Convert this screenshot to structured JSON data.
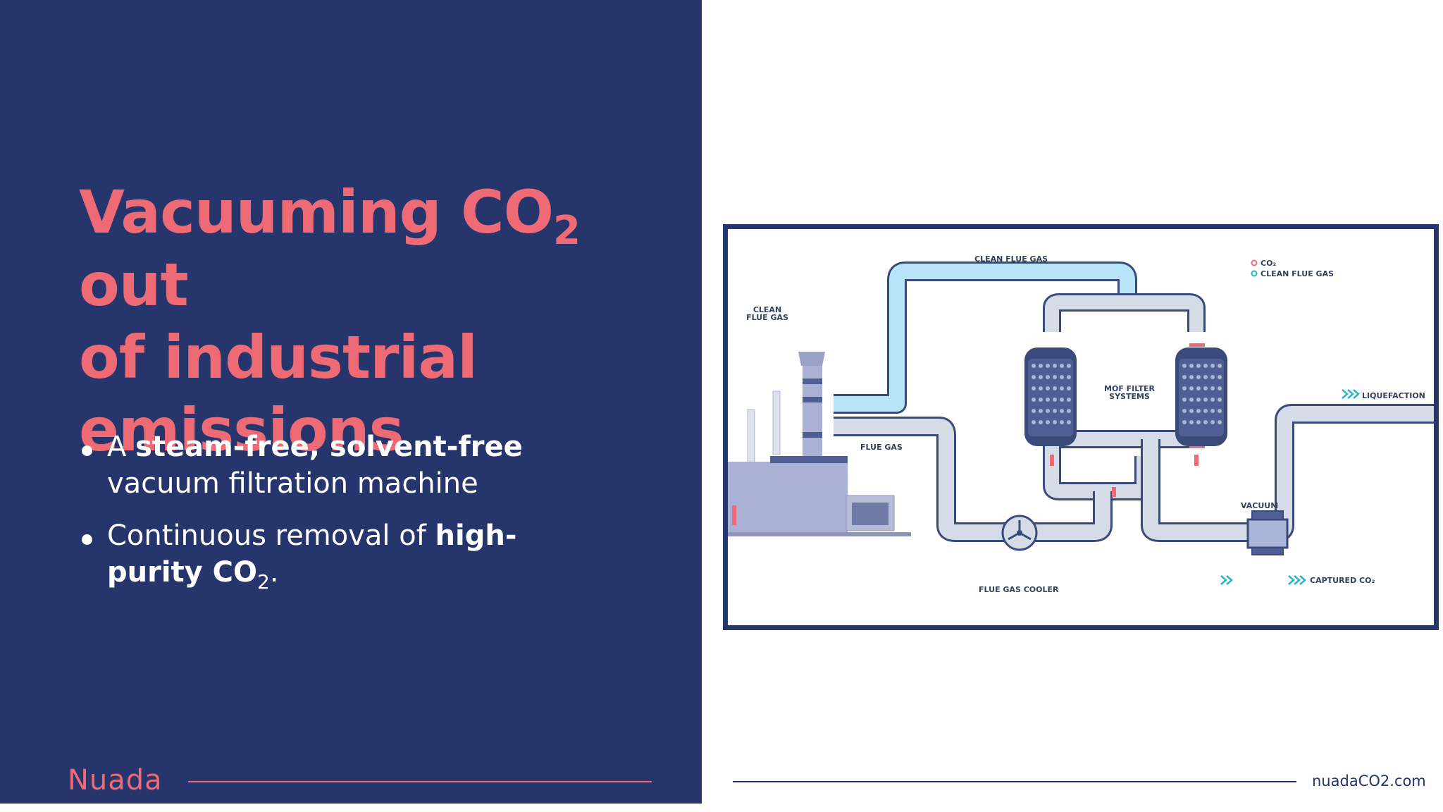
{
  "slide": {
    "title_main": "Vacuuming CO",
    "title_sub": "2",
    "title_rest_line1": " out",
    "title_line2": "of industrial",
    "title_line3": "emissions",
    "bullets": [
      {
        "prefix": "A ",
        "bold": "steam-free, solvent-free",
        "rest": "vacuum filtration machine"
      },
      {
        "prefix": "Continuous removal of ",
        "bold": "high-purity CO",
        "sub": "2",
        "rest": "."
      }
    ]
  },
  "footer": {
    "logo_text": "Nuada",
    "url": "nuadaCO2.com"
  },
  "diagram": {
    "labels": {
      "clean_flue_gas_top": "CLEAN FLUE GAS",
      "clean_flue_gas_stack_1": "CLEAN",
      "clean_flue_gas_stack_2": "FLUE GAS",
      "flue_gas": "FLUE GAS",
      "mof_1": "MOF FILTER",
      "mof_2": "SYSTEMS",
      "liquefaction": "LIQUEFACTION",
      "vacuum": "VACUUM",
      "flue_gas_cooler": "FLUE GAS COOLER",
      "captured_co2": "CAPTURED CO₂"
    },
    "legend": [
      {
        "label": "CO₂",
        "color": "#ee6b76"
      },
      {
        "label": "CLEAN FLUE GAS",
        "color": "#2ab3c9"
      }
    ],
    "colors": {
      "pipe_outline": "#3a4a7a",
      "pipe_fill": "#d6dbe8",
      "clean_fill": "#b7e4f6",
      "accent_pink": "#ee6b76",
      "accent_cyan": "#2ab3c9"
    }
  }
}
